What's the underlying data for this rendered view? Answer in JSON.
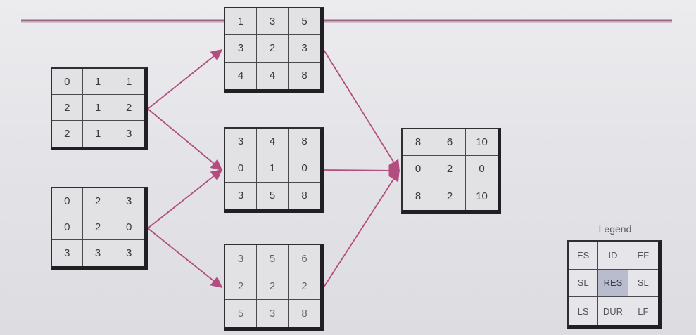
{
  "nodes": [
    {
      "id": "a",
      "cells": [
        "0",
        "1",
        "1",
        "2",
        "1",
        "2",
        "2",
        "1",
        "3"
      ]
    },
    {
      "id": "b",
      "cells": [
        "0",
        "2",
        "3",
        "0",
        "2",
        "0",
        "3",
        "3",
        "3"
      ]
    },
    {
      "id": "c",
      "cells": [
        "1",
        "3",
        "5",
        "3",
        "2",
        "3",
        "4",
        "4",
        "8"
      ]
    },
    {
      "id": "d",
      "cells": [
        "3",
        "4",
        "8",
        "0",
        "1",
        "0",
        "3",
        "5",
        "8"
      ]
    },
    {
      "id": "e",
      "cells": [
        "3",
        "5",
        "6",
        "2",
        "2",
        "2",
        "5",
        "3",
        "8"
      ]
    },
    {
      "id": "f",
      "cells": [
        "8",
        "6",
        "10",
        "0",
        "2",
        "0",
        "8",
        "2",
        "10"
      ]
    }
  ],
  "edges": [
    [
      "a",
      "c"
    ],
    [
      "a",
      "d"
    ],
    [
      "b",
      "d"
    ],
    [
      "b",
      "e"
    ],
    [
      "c",
      "f"
    ],
    [
      "d",
      "f"
    ],
    [
      "e",
      "f"
    ]
  ],
  "legend": {
    "title": "Legend",
    "cells": [
      "ES",
      "ID",
      "EF",
      "SL",
      "RES",
      "SL",
      "LS",
      "DUR",
      "LF"
    ]
  },
  "colors": {
    "arrow": "#b34d80",
    "header_line": "#9a6688",
    "box_border": "#2f2f33"
  }
}
